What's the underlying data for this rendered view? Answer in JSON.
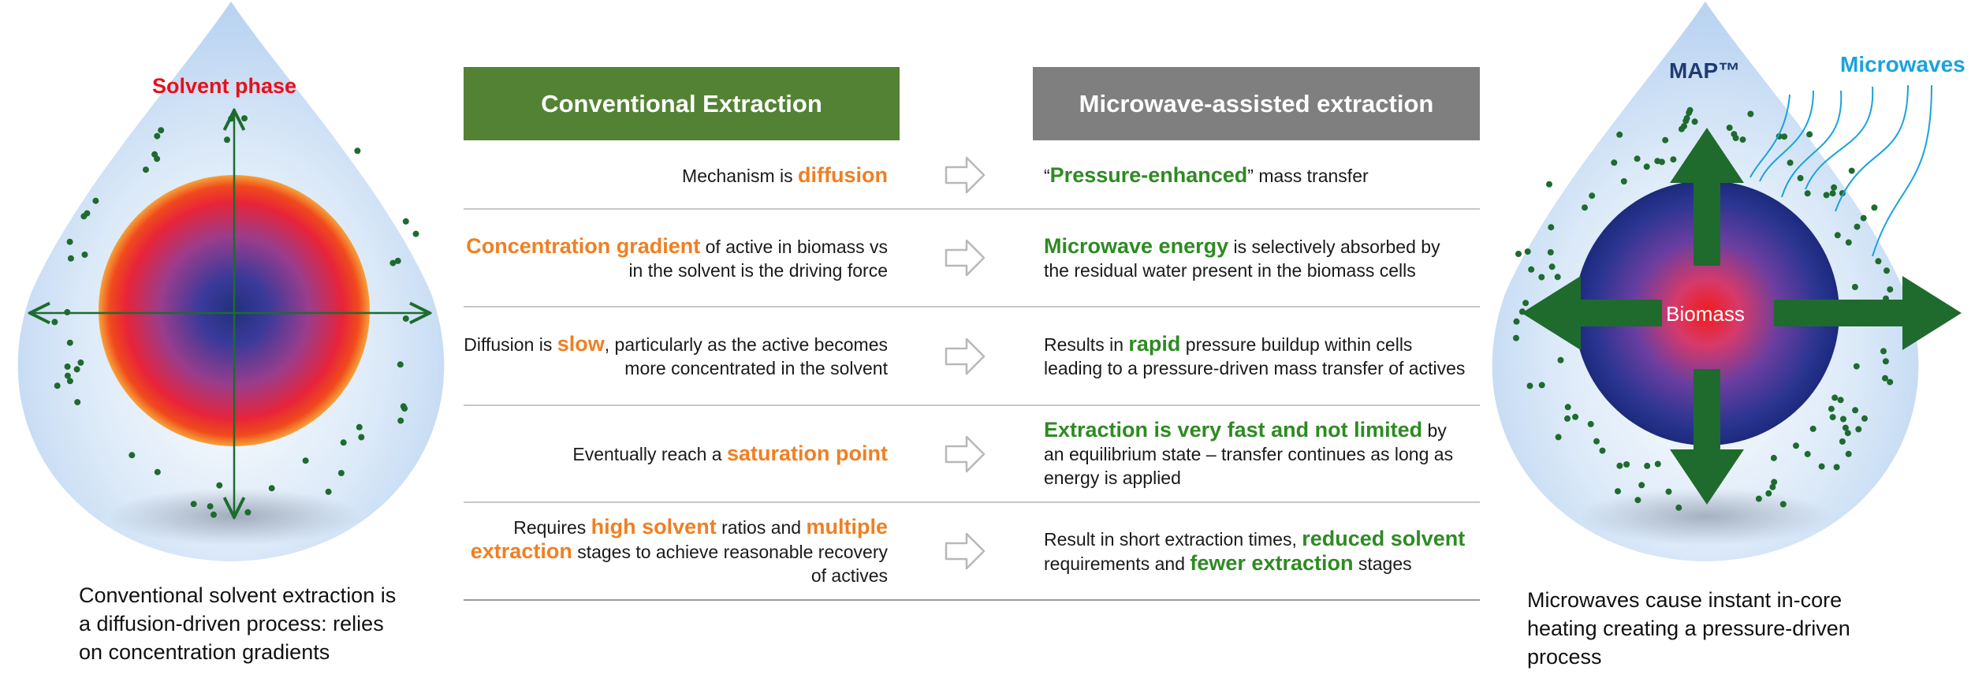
{
  "left_panel": {
    "label": "Solvent phase",
    "caption_lines": [
      "Conventional solvent extraction is",
      "a diffusion-driven process: relies",
      "on concentration gradients"
    ]
  },
  "right_panel": {
    "map_label": "MAP™",
    "microwaves_label": "Microwaves",
    "biomass_label": "Biomass",
    "caption_lines": [
      "Microwaves cause instant in-core",
      "heating creating a pressure-driven",
      "process"
    ]
  },
  "table": {
    "left_header": "Conventional  Extraction",
    "right_header": "Microwave-assisted  extraction",
    "rows": [
      {
        "left": [
          {
            "t": "Mechanism is ",
            "s": "t"
          },
          {
            "t": "diffusion",
            "s": "o"
          }
        ],
        "right": [
          {
            "t": "“",
            "s": "t"
          },
          {
            "t": "Pressure-enhanced",
            "s": "g"
          },
          {
            "t": "” mass transfer",
            "s": "t"
          }
        ]
      },
      {
        "left": [
          {
            "t": "Concentration gradient",
            "s": "o"
          },
          {
            "t": " of active in biomass vs in the solvent is the driving force",
            "s": "t"
          }
        ],
        "right": [
          {
            "t": "Microwave energy",
            "s": "g"
          },
          {
            "t": " is selectively absorbed by the residual water present in the biomass cells",
            "s": "t"
          }
        ]
      },
      {
        "left": [
          {
            "t": "Diffusion is ",
            "s": "t"
          },
          {
            "t": "slow",
            "s": "o"
          },
          {
            "t": ", particularly as the active becomes more concentrated in the solvent",
            "s": "t"
          }
        ],
        "right": [
          {
            "t": "Results in ",
            "s": "t"
          },
          {
            "t": "rapid",
            "s": "g"
          },
          {
            "t": " pressure buildup within cells leading to a pressure-driven mass transfer of actives",
            "s": "t"
          }
        ]
      },
      {
        "left": [
          {
            "t": "Eventually reach a ",
            "s": "t"
          },
          {
            "t": "saturation point",
            "s": "o"
          }
        ],
        "right": [
          {
            "t": "Extraction is very fast and not limited",
            "s": "g"
          },
          {
            "t": " by an equilibrium state – transfer continues as long as energy is applied",
            "s": "t"
          }
        ]
      },
      {
        "left": [
          {
            "t": "Requires ",
            "s": "t"
          },
          {
            "t": "high solvent",
            "s": "o"
          },
          {
            "t": " ratios and ",
            "s": "t"
          },
          {
            "t": "multiple extraction",
            "s": "o"
          },
          {
            "t": " stages to achieve reasonable recovery of actives",
            "s": "t"
          }
        ],
        "right": [
          {
            "t": "Result in short extraction times, ",
            "s": "t"
          },
          {
            "t": "reduced solvent",
            "s": "g"
          },
          {
            "t": " requirements and ",
            "s": "t"
          },
          {
            "t": "fewer extraction",
            "s": "g"
          },
          {
            "t": " stages",
            "s": "t"
          }
        ]
      }
    ]
  },
  "colors": {
    "green_header": "#548235",
    "grey_header": "#7f7f7f",
    "orange_highlight": "#f07f22",
    "green_highlight": "#2e8b22",
    "solvent_red": "#e8101a",
    "microwave_blue": "#1aa3dc",
    "map_navy": "#1f3b73",
    "arrow_green": "#1e6b2e"
  },
  "icons": [
    "arrow-right-outline-icon",
    "double-arrow-icon",
    "bold-arrow-icon",
    "microwave-wave-icon"
  ]
}
